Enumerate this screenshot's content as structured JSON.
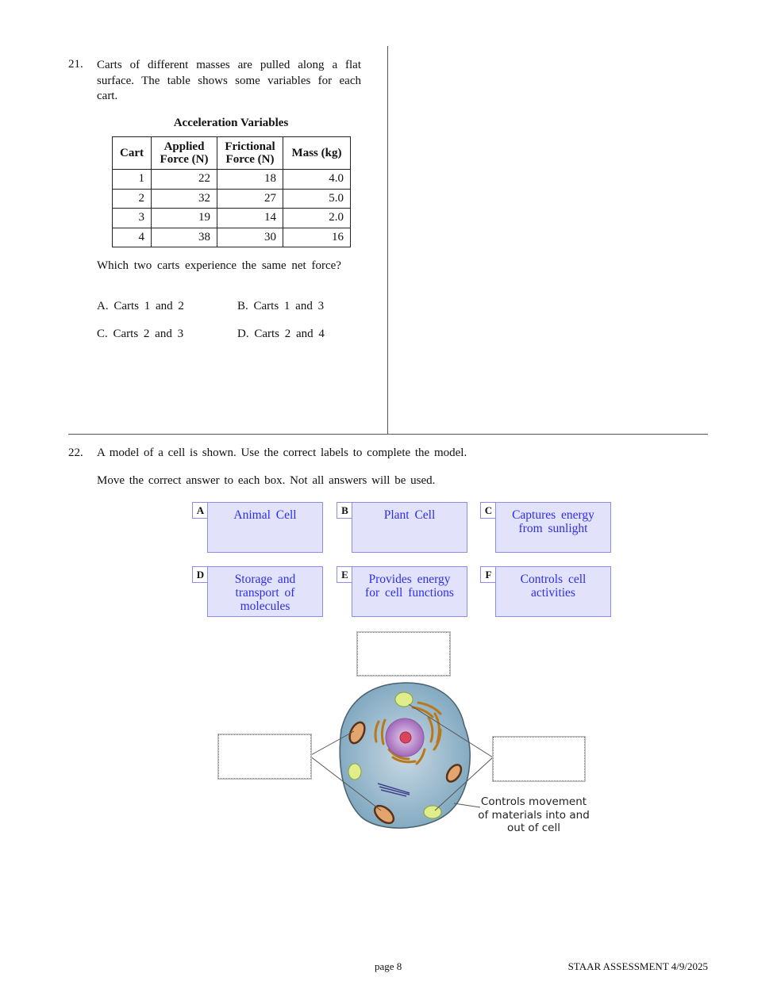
{
  "q21": {
    "number": "21.",
    "stem": "Carts of different masses are pulled along a flat surface. The table shows some variables for each cart.",
    "table_title": "Acceleration  Variables",
    "headers": [
      "Cart",
      "Applied Force (N)",
      "Frictional Force (N)",
      "Mass (kg)"
    ],
    "rows": [
      [
        "1",
        "22",
        "18",
        "4.0"
      ],
      [
        "2",
        "32",
        "27",
        "5.0"
      ],
      [
        "3",
        "19",
        "14",
        "2.0"
      ],
      [
        "4",
        "38",
        "30",
        "16"
      ]
    ],
    "question": "Which two carts experience the same net force?",
    "choices": [
      {
        "letter": "A.",
        "text": "Carts 1 and 2"
      },
      {
        "letter": "B.",
        "text": "Carts 1 and 3"
      },
      {
        "letter": "C.",
        "text": "Carts 2 and 3"
      },
      {
        "letter": "D.",
        "text": "Carts 2 and 4"
      }
    ]
  },
  "q22": {
    "number": "22.",
    "stem": "A model of a cell is shown.  Use the correct labels to complete the model.",
    "instruction": "Move the correct answer to each box.  Not all answers will be used.",
    "options": [
      {
        "letter": "A",
        "text": "Animal Cell"
      },
      {
        "letter": "B",
        "text": "Plant Cell"
      },
      {
        "letter": "C",
        "text": "Captures energy from sunlight"
      },
      {
        "letter": "D",
        "text": "Storage and transport of molecules"
      },
      {
        "letter": "E",
        "text": "Provides energy for cell functions"
      },
      {
        "letter": "F",
        "text": "Controls cell activities"
      }
    ],
    "membrane_label": "Controls movement of materials into and out of cell"
  },
  "footer": {
    "page": "page 8",
    "assessment": "STAAR  ASSESSMENT  4/9/2025"
  }
}
